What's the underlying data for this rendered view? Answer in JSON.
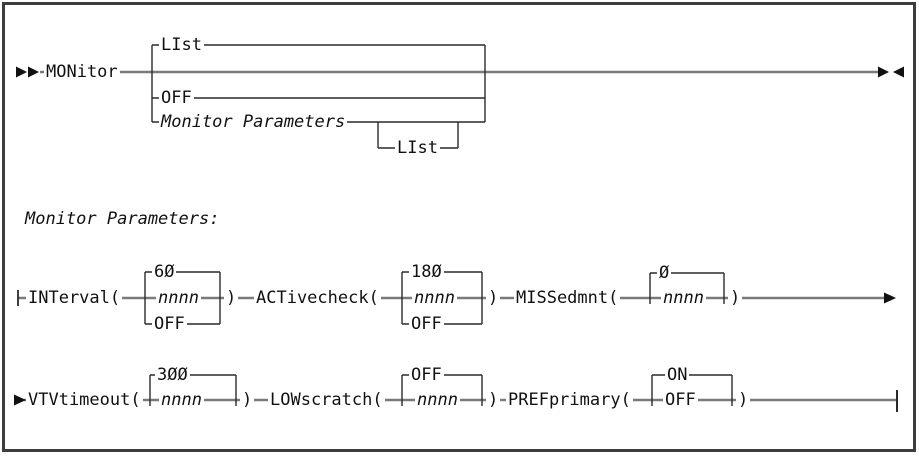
{
  "colors": {
    "rail": "#7a7a7a",
    "branch": "#2a2a2a",
    "text": "#111111",
    "frame_border": "#3d3d3d",
    "background": "#ffffff"
  },
  "icons": {
    "begin_arrows": "►►",
    "end_arrows": "►◄",
    "continue_arrow": "►",
    "continuation_start_arrow": "►",
    "fragment_start_tick": "├",
    "fragment_end_tick": "┤"
  },
  "syntax_diagram": {
    "command": {
      "keyword": "MONitor",
      "choices": {
        "default": "LIst",
        "off": "OFF",
        "fragment_ref": "Monitor Parameters",
        "fragment_option": "LIst"
      }
    },
    "fragment_heading": "Monitor Parameters:",
    "row1": {
      "interval": {
        "open": "INTerval(",
        "default": "6Ø",
        "variable": "nnnn",
        "alt": "OFF",
        "close": ")"
      },
      "activecheck": {
        "open": "ACTivecheck(",
        "default": "18Ø",
        "variable": "nnnn",
        "alt": "OFF",
        "close": ")"
      },
      "missedmnt": {
        "open": "MISSedmnt(",
        "default": "Ø",
        "variable": "nnnn",
        "close": ")"
      }
    },
    "row2": {
      "vtvtimeout": {
        "open": "VTVtimeout(",
        "default": "3ØØ",
        "variable": "nnnn",
        "close": ")"
      },
      "lowscratch": {
        "open": "LOWscratch(",
        "default": "OFF",
        "variable": "nnnn",
        "close": ")"
      },
      "prefprimary": {
        "open": "PREFprimary(",
        "default": "ON",
        "variable": "OFF",
        "close": ")"
      }
    }
  }
}
